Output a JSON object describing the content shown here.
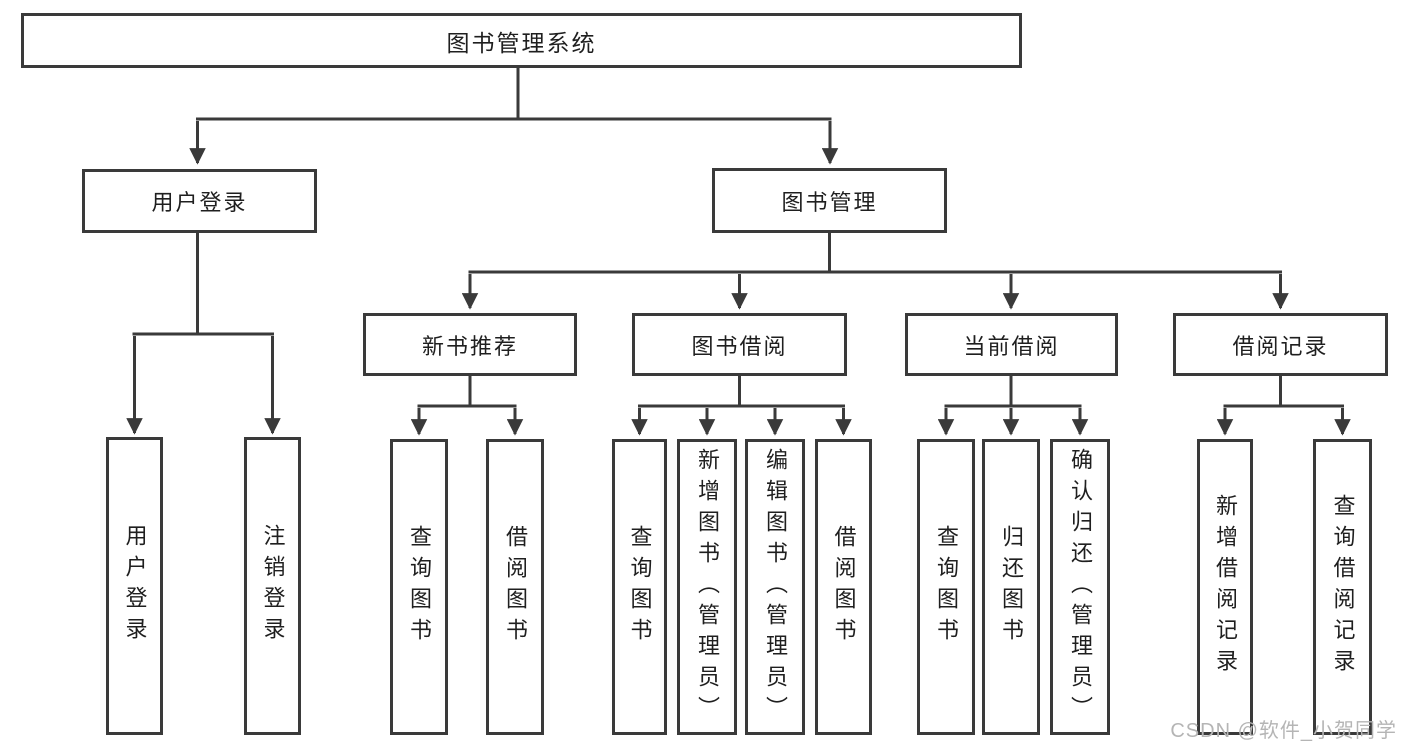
{
  "colors": {
    "box_border": "#3a3a3a",
    "connector": "#3a3a3a",
    "text": "#1f1f1f",
    "watermark": "#b5b5b5",
    "background": "#ffffff"
  },
  "diagram": {
    "root": {
      "label": "图书管理系统"
    },
    "branches": [
      {
        "label": "用户登录",
        "children": [
          {
            "label": "用户登录"
          },
          {
            "label": "注销登录"
          }
        ]
      },
      {
        "label": "图书管理",
        "groups": [
          {
            "label": "新书推荐",
            "children": [
              {
                "label": "查询图书"
              },
              {
                "label": "借阅图书"
              }
            ]
          },
          {
            "label": "图书借阅",
            "children": [
              {
                "label": "查询图书"
              },
              {
                "label": "新增图书（管理员）"
              },
              {
                "label": "编辑图书（管理员）"
              },
              {
                "label": "借阅图书"
              }
            ]
          },
          {
            "label": "当前借阅",
            "children": [
              {
                "label": "查询图书"
              },
              {
                "label": "归还图书"
              },
              {
                "label": "确认归还（管理员）"
              }
            ]
          },
          {
            "label": "借阅记录",
            "children": [
              {
                "label": "新增借阅记录"
              },
              {
                "label": "查询借阅记录"
              }
            ]
          }
        ]
      }
    ]
  },
  "watermark": {
    "text": "CSDN @软件_小贺同学"
  }
}
